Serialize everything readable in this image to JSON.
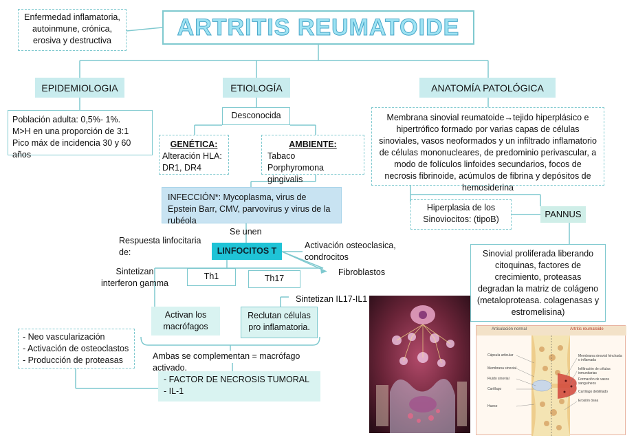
{
  "title": "ARTRITIS REUMATOIDE",
  "definition": "Enfermedad inflamatoria, autoinmune, crónica, erosiva y destructiva",
  "epidemiologia": {
    "header": "EPIDEMIOLOGIA",
    "lines": [
      "Población adulta: 0,5%- 1%.",
      "M>H en una proporción de 3:1",
      "Pico máx de incidencia 30 y 60 años"
    ]
  },
  "etiologia": {
    "header": "ETIOLOGÍA",
    "desconocida": "Desconocida",
    "genetica_title": "GENÉTICA:",
    "genetica_lines": [
      "Alteración HLA:",
      "DR1, DR4"
    ],
    "ambiente_title": "AMBIENTE:",
    "ambiente_lines": [
      "Tabaco",
      "Porphyromona gingivalis"
    ],
    "infeccion": "INFECCIÓN*:  Mycoplasma,  virus de  Epstein Barr,  CMV, parvovirus y virus de la rubéola",
    "se_unen": "Se unen"
  },
  "anatomia": {
    "header": "ANATOMÍA PATOLÓGICA",
    "membrana": "Membrana sinovial reumatoide→tejido hiperplásico e hipertrófico formado por varias capas de células sinoviales, vasos neoformados y un infiltrado inflamatorio de células mononucleares, de predominio perivascular, a modo de folículos linfoides secundarios, focos de necrosis fibrinoide, acúmulos de fibrina y depósitos de hemosiderina",
    "hiperplasia": "Hiperplasia de los Sinoviocitos: (tipoB)",
    "pannus": "PANNUS",
    "sinovial": "Sinovial  proliferada  liberando citoquinas, factores de crecimiento, proteasas degradan la matriz de colágeno (metaloproteasa. colagenasas y estromelisina)"
  },
  "linfocitos": {
    "respuesta": "Respuesta linfocitaria de:",
    "label": "LINFOCITOS T",
    "activacion": "Activación osteoclasica, condrocitos",
    "fibroblastos": "Fibroblastos",
    "sintetizan_ifn": "Sintetizan interferon gamma",
    "th1": "Th1",
    "th17": "Th17",
    "sintetizan_il": "Sintetizan IL17-IL1",
    "activan": "Activan los macrófagos",
    "reclutan": "Reclutan células pro inflamatoria.",
    "ambas": "Ambas se complementan = macrófago activado."
  },
  "efectos": {
    "lines": [
      "- Neo vascularización",
      "- Activación de osteoclastos",
      "- Producción de proteasas"
    ]
  },
  "tnf": {
    "lines": [
      "- FACTOR DE NECROSIS TUMORAL",
      "- IL-1"
    ]
  },
  "joint_figure": {
    "left_title": "Articulación normal",
    "right_title": "Artritis reumatoide",
    "left_labels": [
      "Cápsula articular",
      "Membrana sinovial",
      "Fluido sinovial",
      "Cartílago",
      "Hueso"
    ],
    "right_labels": [
      "Membrana sinovial hinchada o inflamada",
      "Infiltración de células inmunitarias",
      "Formación de vasos sanguíneos",
      "Cartílago debilitado",
      "Erosión ósea"
    ]
  },
  "colors": {
    "border": "#7fc9cf",
    "header_fill": "#c9ecee",
    "box_fill": "#d9f3f1",
    "linfocitos_fill": "#1fc3d6",
    "infeccion_fill": "#c8e3f2",
    "pannus_fill": "#cfeee8"
  }
}
